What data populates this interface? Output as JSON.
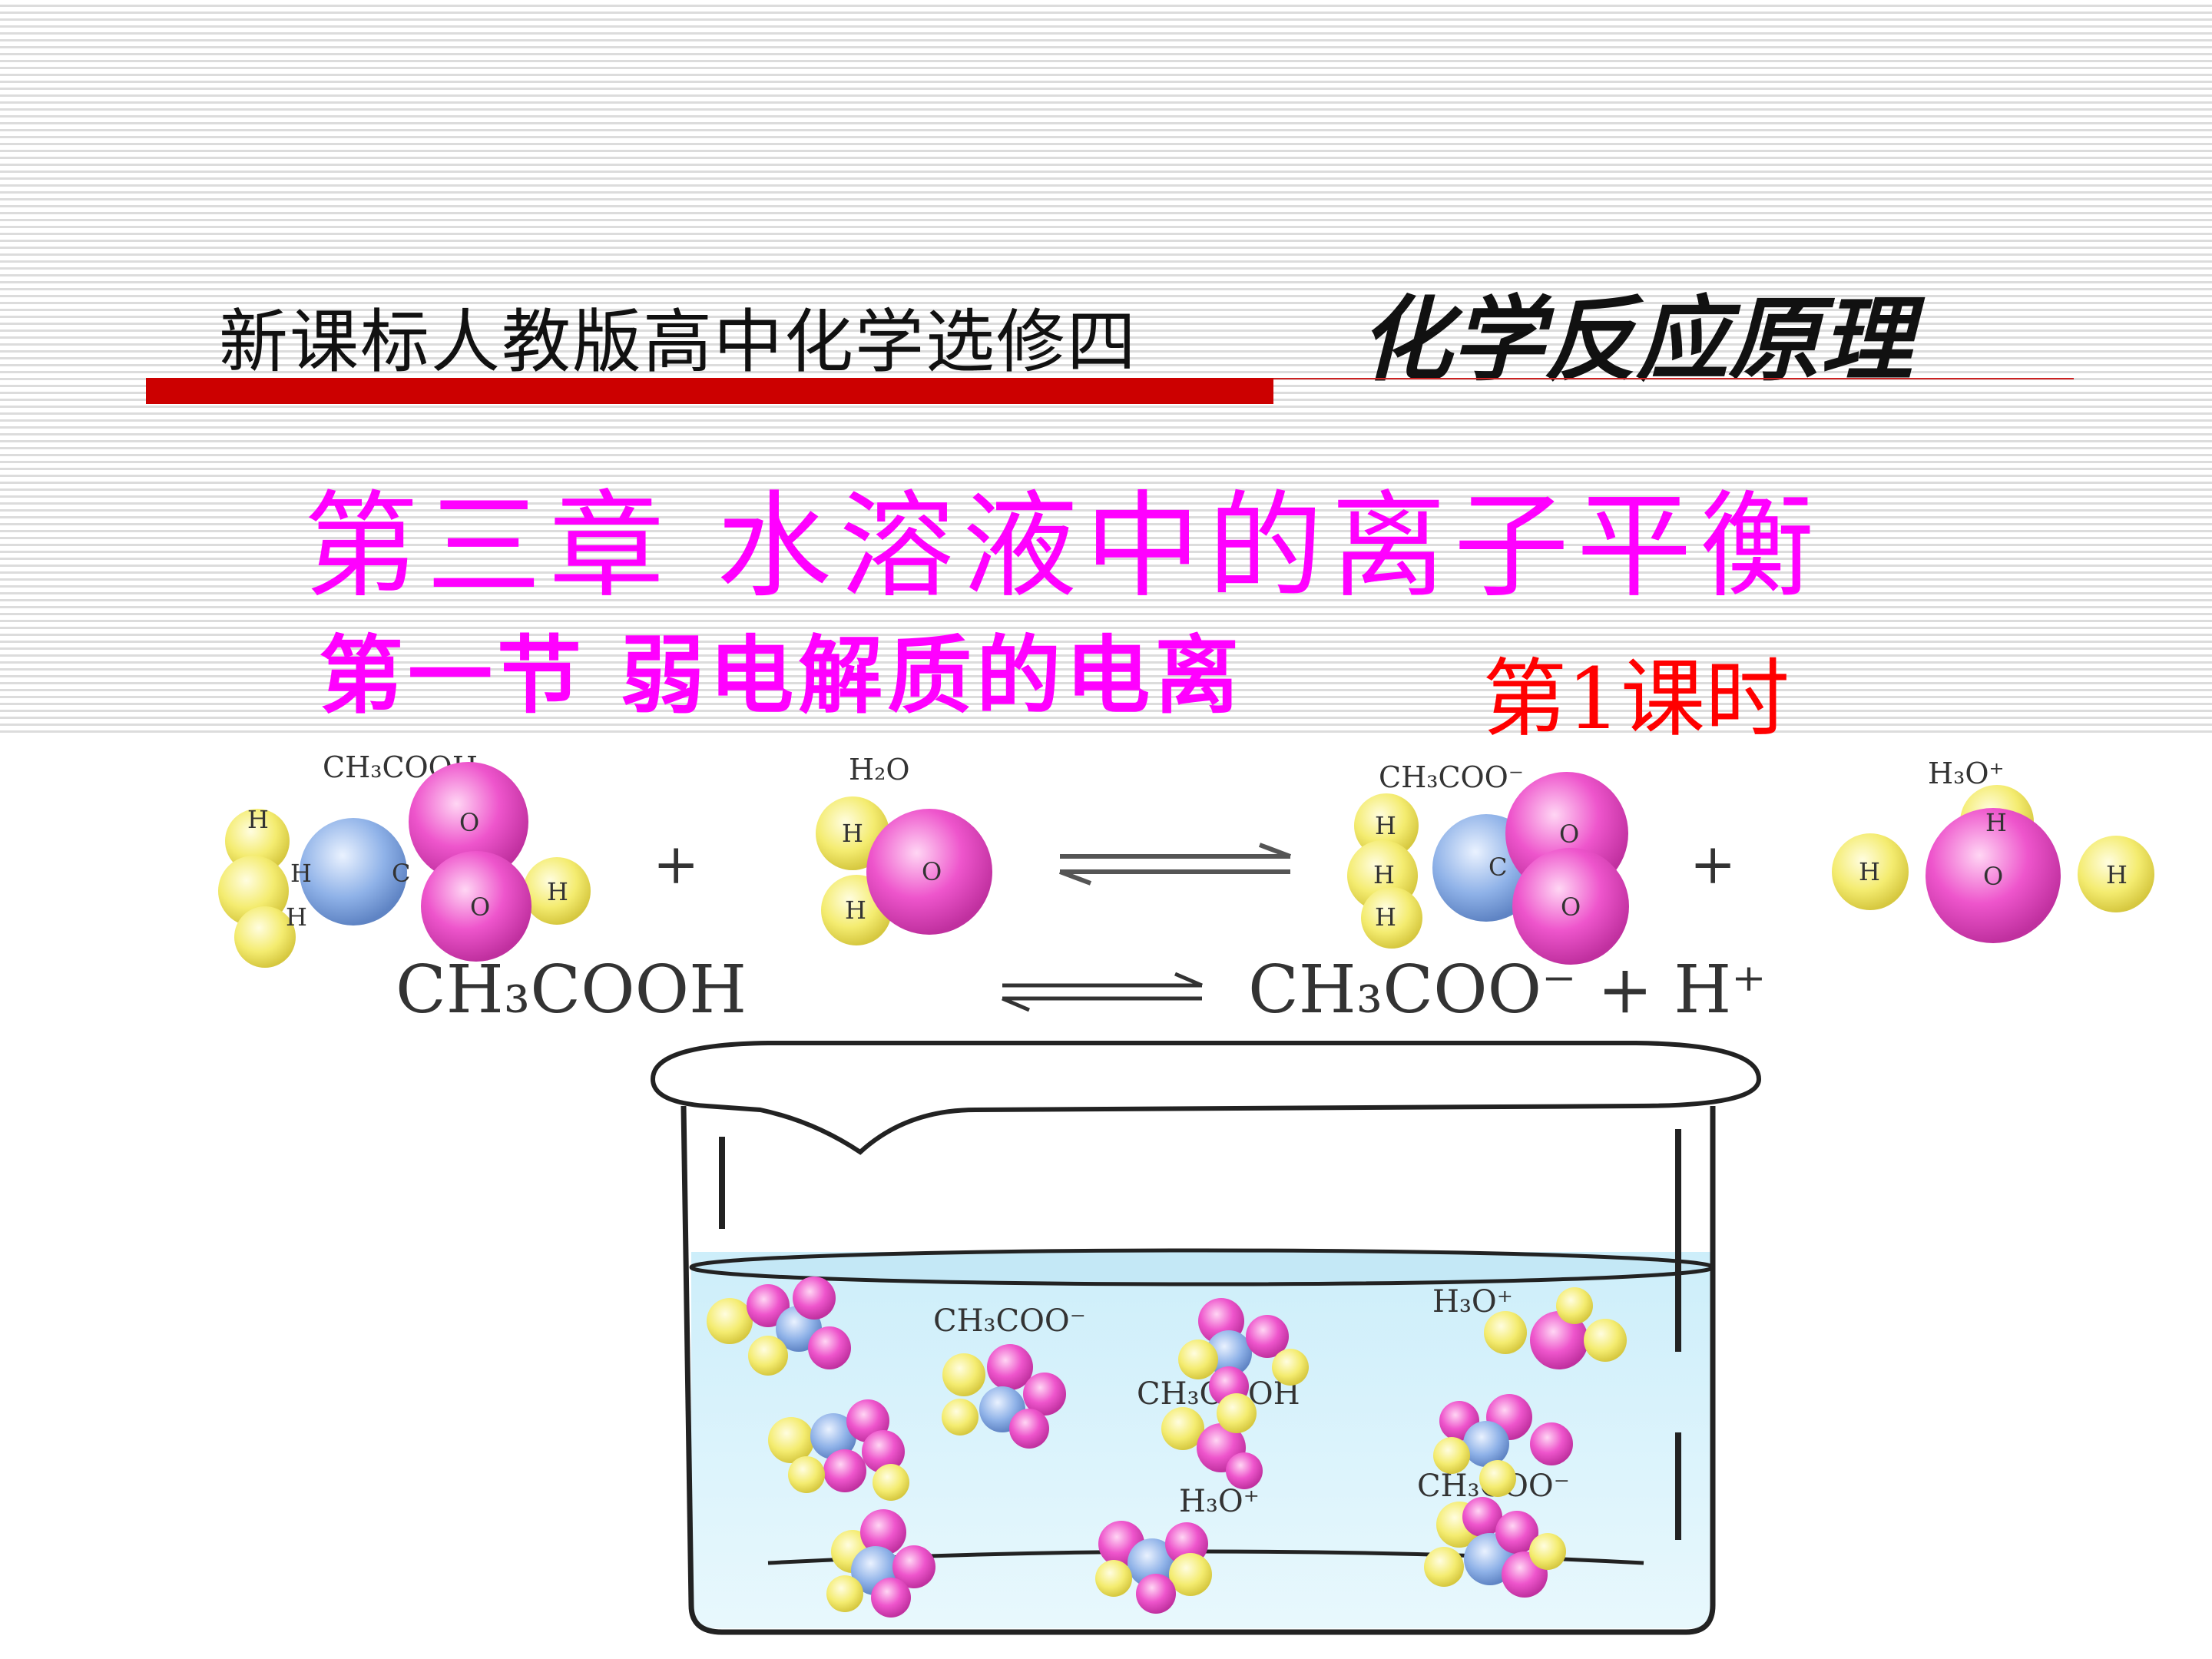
{
  "header": {
    "title": "新课标人教版高中化学选修四",
    "highlight": "化学反应原理"
  },
  "chapter": {
    "title": "第三章   水溶液中的离子平衡"
  },
  "section": {
    "title": "第一节 弱电解质的电离",
    "lesson": "第1课时"
  },
  "reaction": {
    "reactant1_formula": "CH₃COOH",
    "reactant2_formula": "H₂O",
    "product1_formula": "CH₃COO⁻",
    "product2_formula": "H₃O⁺",
    "plus": "+",
    "atoms": {
      "H": "H",
      "C": "C",
      "O": "O"
    },
    "equation_left": "CH₃COOH",
    "equation_right": "CH₃COO⁻ + H⁺"
  },
  "beaker": {
    "labels": [
      "CH₃COO⁻",
      "H₃O⁺",
      "CH₃COOH",
      "H₃O⁺",
      "CH₃COO⁻"
    ]
  },
  "colors": {
    "stripe": "#dcdcdc",
    "red_bar": "#cc0000",
    "magenta": "#ff00ff",
    "red": "#ff0000",
    "oxygen": "#ee55cc",
    "hydrogen": "#f4ec70",
    "carbon": "#8fb2e8",
    "water": "#d8f0fa"
  }
}
